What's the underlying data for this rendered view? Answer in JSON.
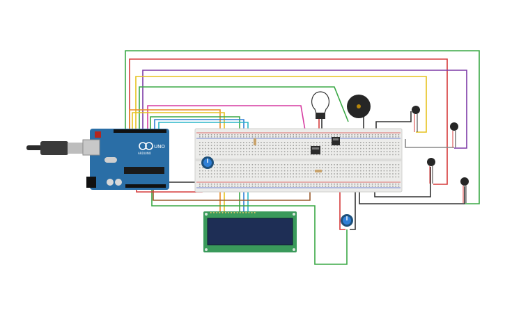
{
  "arduino": {
    "brand_label": "UNO",
    "logo_text": "ARDUINO",
    "board_color": "#2a6ea6",
    "pcb_dark": "#1d4f7a"
  },
  "lcd": {
    "board_color": "#3a9a5b",
    "screen_color": "#1e2e55"
  },
  "breadboard": {
    "body_color": "#ececea",
    "rail_red": "#d94040",
    "rail_blue": "#4a63c8"
  },
  "wire_colors": {
    "green": "#3aa845",
    "red": "#d63a3a",
    "purple": "#7d3aa6",
    "yellow": "#e6c21e",
    "orange": "#e88a26",
    "blue": "#2f7fd6",
    "cyan": "#2ab5c8",
    "magenta": "#d63aa0",
    "brown": "#9a5a2c",
    "black": "#333333",
    "gray": "#888888"
  },
  "components": {
    "bulb": "light-bulb",
    "buzzer": "piezo-buzzer",
    "pot_count": 2,
    "sensor_count": 4
  }
}
